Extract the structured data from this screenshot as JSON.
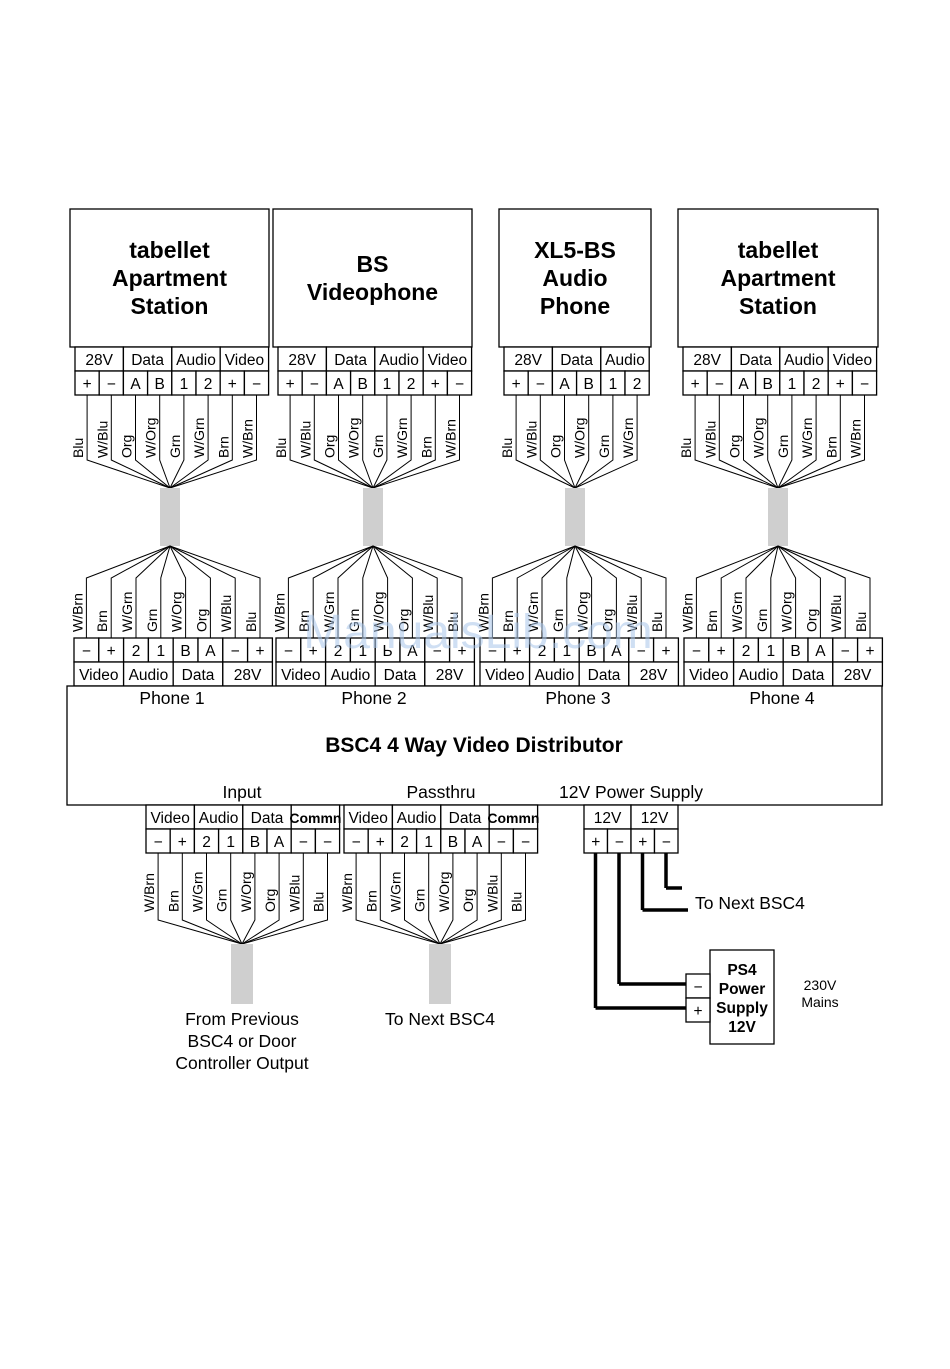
{
  "stations": [
    {
      "title": [
        "tabellet",
        "Apartment",
        "Station"
      ],
      "headers": [
        [
          "28V",
          2
        ],
        [
          "Data",
          2
        ],
        [
          "Audio",
          2
        ],
        [
          "Video",
          2
        ]
      ],
      "pins": [
        "+",
        "−",
        "A",
        "B",
        "1",
        "2",
        "+",
        "−"
      ],
      "wires": [
        "Blu",
        "W/Blu",
        "Org",
        "W/Org",
        "Grn",
        "W/Grn",
        "Brn",
        "W/Brn"
      ]
    },
    {
      "title": [
        "BS",
        "Videophone"
      ],
      "headers": [
        [
          "28V",
          2
        ],
        [
          "Data",
          2
        ],
        [
          "Audio",
          2
        ],
        [
          "Video",
          2
        ]
      ],
      "pins": [
        "+",
        "−",
        "A",
        "B",
        "1",
        "2",
        "+",
        "−"
      ],
      "wires": [
        "Blu",
        "W/Blu",
        "Org",
        "W/Org",
        "Grn",
        "W/Grn",
        "Brn",
        "W/Brn"
      ]
    },
    {
      "title": [
        "XL5-BS",
        "Audio",
        "Phone"
      ],
      "headers": [
        [
          "28V",
          2
        ],
        [
          "Data",
          2
        ],
        [
          "Audio",
          2
        ]
      ],
      "pins": [
        "+",
        "−",
        "A",
        "B",
        "1",
        "2"
      ],
      "wires": [
        "Blu",
        "W/Blu",
        "Org",
        "W/Org",
        "Grn",
        "W/Grn"
      ]
    },
    {
      "title": [
        "tabellet",
        "Apartment",
        "Station"
      ],
      "headers": [
        [
          "28V",
          2
        ],
        [
          "Data",
          2
        ],
        [
          "Audio",
          2
        ],
        [
          "Video",
          2
        ]
      ],
      "pins": [
        "+",
        "−",
        "A",
        "B",
        "1",
        "2",
        "+",
        "−"
      ],
      "wires": [
        "Blu",
        "W/Blu",
        "Org",
        "W/Org",
        "Grn",
        "W/Grn",
        "Brn",
        "W/Brn"
      ]
    }
  ],
  "distributor": {
    "title": "BSC4  4 Way Video Distributor",
    "phone_ports": [
      {
        "label": "Phone 1",
        "headers": [
          [
            "Video",
            2
          ],
          [
            "Audio",
            2
          ],
          [
            "Data",
            2
          ],
          [
            "28V",
            2
          ]
        ],
        "pins": [
          "−",
          "+",
          "2",
          "1",
          "B",
          "A",
          "−",
          "+"
        ],
        "wires": [
          "W/Brn",
          "Brn",
          "W/Grn",
          "Grn",
          "W/Org",
          "Org",
          "W/Blu",
          "Blu"
        ]
      },
      {
        "label": "Phone 2",
        "headers": [
          [
            "Video",
            2
          ],
          [
            "Audio",
            2
          ],
          [
            "Data",
            2
          ],
          [
            "28V",
            2
          ]
        ],
        "pins": [
          "−",
          "+",
          "2",
          "1",
          "Ь",
          "A",
          "−",
          "+"
        ],
        "wires": [
          "W/Brn",
          "Brn",
          "W/Grn",
          "Grn",
          "W/Org",
          "Org",
          "W/Blu",
          "Blu"
        ]
      },
      {
        "label": "Phone 3",
        "headers": [
          [
            "Video",
            2
          ],
          [
            "Audio",
            2
          ],
          [
            "Data",
            2
          ],
          [
            "28V",
            2
          ]
        ],
        "pins": [
          "−",
          "+",
          "2",
          "1",
          "B",
          "A",
          "−",
          "+"
        ],
        "wires": [
          "W/Brn",
          "Brn",
          "W/Grn",
          "Grn",
          "W/Org",
          "Org",
          "W/Blu",
          "Blu"
        ]
      },
      {
        "label": "Phone 4",
        "headers": [
          [
            "Video",
            2
          ],
          [
            "Audio",
            2
          ],
          [
            "Data",
            2
          ],
          [
            "28V",
            2
          ]
        ],
        "pins": [
          "−",
          "+",
          "2",
          "1",
          "B",
          "A",
          "−",
          "+"
        ],
        "wires": [
          "W/Brn",
          "Brn",
          "W/Grn",
          "Grn",
          "W/Org",
          "Org",
          "W/Blu",
          "Blu"
        ]
      }
    ],
    "bottom_ports": [
      {
        "label": "Input",
        "headers": [
          [
            "Video",
            2
          ],
          [
            "Audio",
            2
          ],
          [
            "Data",
            2
          ],
          [
            "Commn",
            2
          ]
        ],
        "pins": [
          "−",
          "+",
          "2",
          "1",
          "B",
          "A",
          "−",
          "−"
        ],
        "wires": [
          "W/Brn",
          "Brn",
          "W/Grn",
          "Grn",
          "W/Org",
          "Org",
          "W/Blu",
          "Blu"
        ],
        "cable_label": [
          "From Previous",
          "BSC4 or Door",
          "Controller Output"
        ]
      },
      {
        "label": "Passthru",
        "headers": [
          [
            "Video",
            2
          ],
          [
            "Audio",
            2
          ],
          [
            "Data",
            2
          ],
          [
            "Commn",
            2
          ]
        ],
        "pins": [
          "−",
          "+",
          "2",
          "1",
          "B",
          "A",
          "−",
          "−"
        ],
        "wires": [
          "W/Brn",
          "Brn",
          "W/Grn",
          "Grn",
          "W/Org",
          "Org",
          "W/Blu",
          "Blu"
        ],
        "cable_label": [
          "To Next BSC4"
        ]
      }
    ],
    "power": {
      "label": "12V Power Supply",
      "headers": [
        [
          "12V",
          2
        ],
        [
          "12V",
          2
        ]
      ],
      "pins": [
        "+",
        "−",
        "+",
        "−"
      ],
      "to_next": "To Next BSC4"
    }
  },
  "psu": {
    "title": [
      "PS4",
      "Power",
      "Supply",
      "12V"
    ],
    "terminals": [
      "−",
      "+"
    ],
    "mains": [
      "230V",
      "Mains"
    ]
  },
  "watermark": "ManualsLib.com"
}
